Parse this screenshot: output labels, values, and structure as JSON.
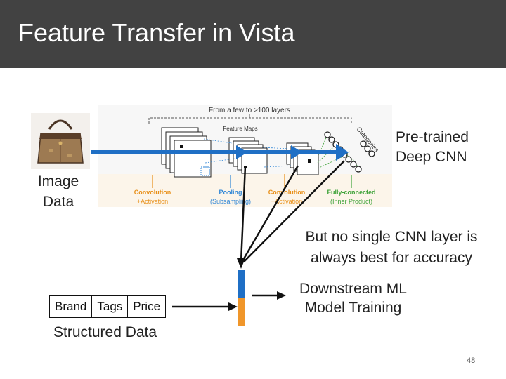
{
  "header": {
    "title": "Feature Transfer in Vista"
  },
  "labels": {
    "image_data_line1": "Image",
    "image_data_line2": "Data",
    "pretrained_line1": "Pre-trained",
    "pretrained_line2": "Deep CNN",
    "note_line1": "But no single CNN layer is",
    "note_line2": "always best for accuracy",
    "downstream_line1": "Downstream ML",
    "downstream_line2": "Model Training",
    "structured_data": "Structured Data",
    "page_number": "48"
  },
  "cnn_figure": {
    "top_label": "From a few to >100 layers",
    "feature_maps": "Feature Maps",
    "categories": "Categories",
    "stages": [
      {
        "name": "Convolution",
        "sub": "+Activation"
      },
      {
        "name": "Pooling",
        "sub": "(Subsampling)"
      },
      {
        "name": "Convolution",
        "sub": "+Activation"
      },
      {
        "name": "Fully-connected",
        "sub": "(Inner Product)"
      }
    ]
  },
  "structured_table": {
    "columns": [
      "Brand",
      "Tags",
      "Price"
    ]
  },
  "colors": {
    "title_bar": "#424242",
    "arrow_blue": "#1f6fc5",
    "feature_blue": "#1f6fc5",
    "feature_orange": "#f0962a",
    "stage_orange": "#e8901a",
    "stage_green": "#3fa33a"
  }
}
